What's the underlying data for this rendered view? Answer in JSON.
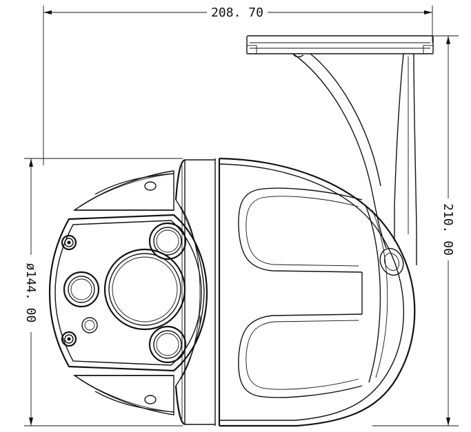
{
  "dimensions": {
    "width": "208. 70",
    "height": "210. 00",
    "diameter": "ø144. 00"
  },
  "colors": {
    "line": "#111111",
    "background": "#ffffff"
  }
}
